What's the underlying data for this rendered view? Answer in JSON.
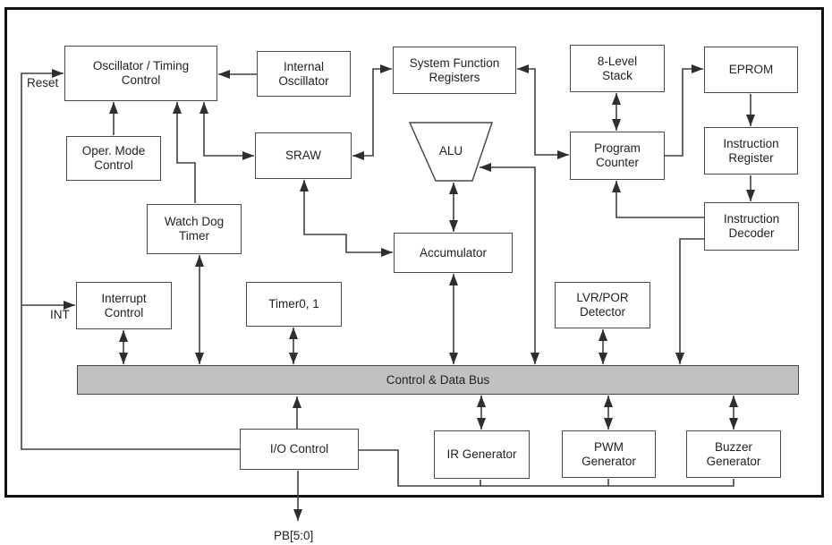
{
  "diagram": {
    "kind": "microcontroller-block-diagram",
    "blocks": {
      "osc_timing": {
        "lines": [
          "Oscillator / Timing",
          "Control"
        ]
      },
      "internal_osc": {
        "lines": [
          "Internal",
          "Oscillator"
        ]
      },
      "sys_func": {
        "lines": [
          "System Function",
          "Registers"
        ]
      },
      "stack": {
        "lines": [
          "8-Level",
          "Stack"
        ]
      },
      "eprom": {
        "lines": [
          "EPROM"
        ]
      },
      "oper_mode": {
        "lines": [
          "Oper. Mode",
          "Control"
        ]
      },
      "sraw": {
        "lines": [
          "SRAW"
        ]
      },
      "alu": {
        "lines": [
          "ALU"
        ]
      },
      "prog_counter": {
        "lines": [
          "Program",
          "Counter"
        ]
      },
      "instr_reg": {
        "lines": [
          "Instruction",
          "Register"
        ]
      },
      "wdt": {
        "lines": [
          "Watch Dog",
          "Timer"
        ]
      },
      "accumulator": {
        "lines": [
          "Accumulator"
        ]
      },
      "instr_decoder": {
        "lines": [
          "Instruction",
          "Decoder"
        ]
      },
      "int_ctrl": {
        "lines": [
          "Interrupt",
          "Control"
        ]
      },
      "timer01": {
        "lines": [
          "Timer0, 1"
        ]
      },
      "lvr_por": {
        "lines": [
          "LVR/POR",
          "Detector"
        ]
      },
      "io_ctrl": {
        "lines": [
          "I/O Control"
        ]
      },
      "ir_gen": {
        "lines": [
          "IR Generator"
        ]
      },
      "pwm_gen": {
        "lines": [
          "PWM",
          "Generator"
        ]
      },
      "buzzer_gen": {
        "lines": [
          "Buzzer",
          "Generator"
        ]
      }
    },
    "bus": {
      "label": "Control & Data Bus"
    },
    "pins": {
      "reset": "Reset",
      "int": "INT",
      "pb": "PB[5:0]"
    },
    "colors": {
      "bus_fill": "#c1c1c1",
      "line": "#404040",
      "box_border": "#4a4a4a",
      "frame": "#111111",
      "text": "#222222",
      "background": "#ffffff"
    }
  }
}
